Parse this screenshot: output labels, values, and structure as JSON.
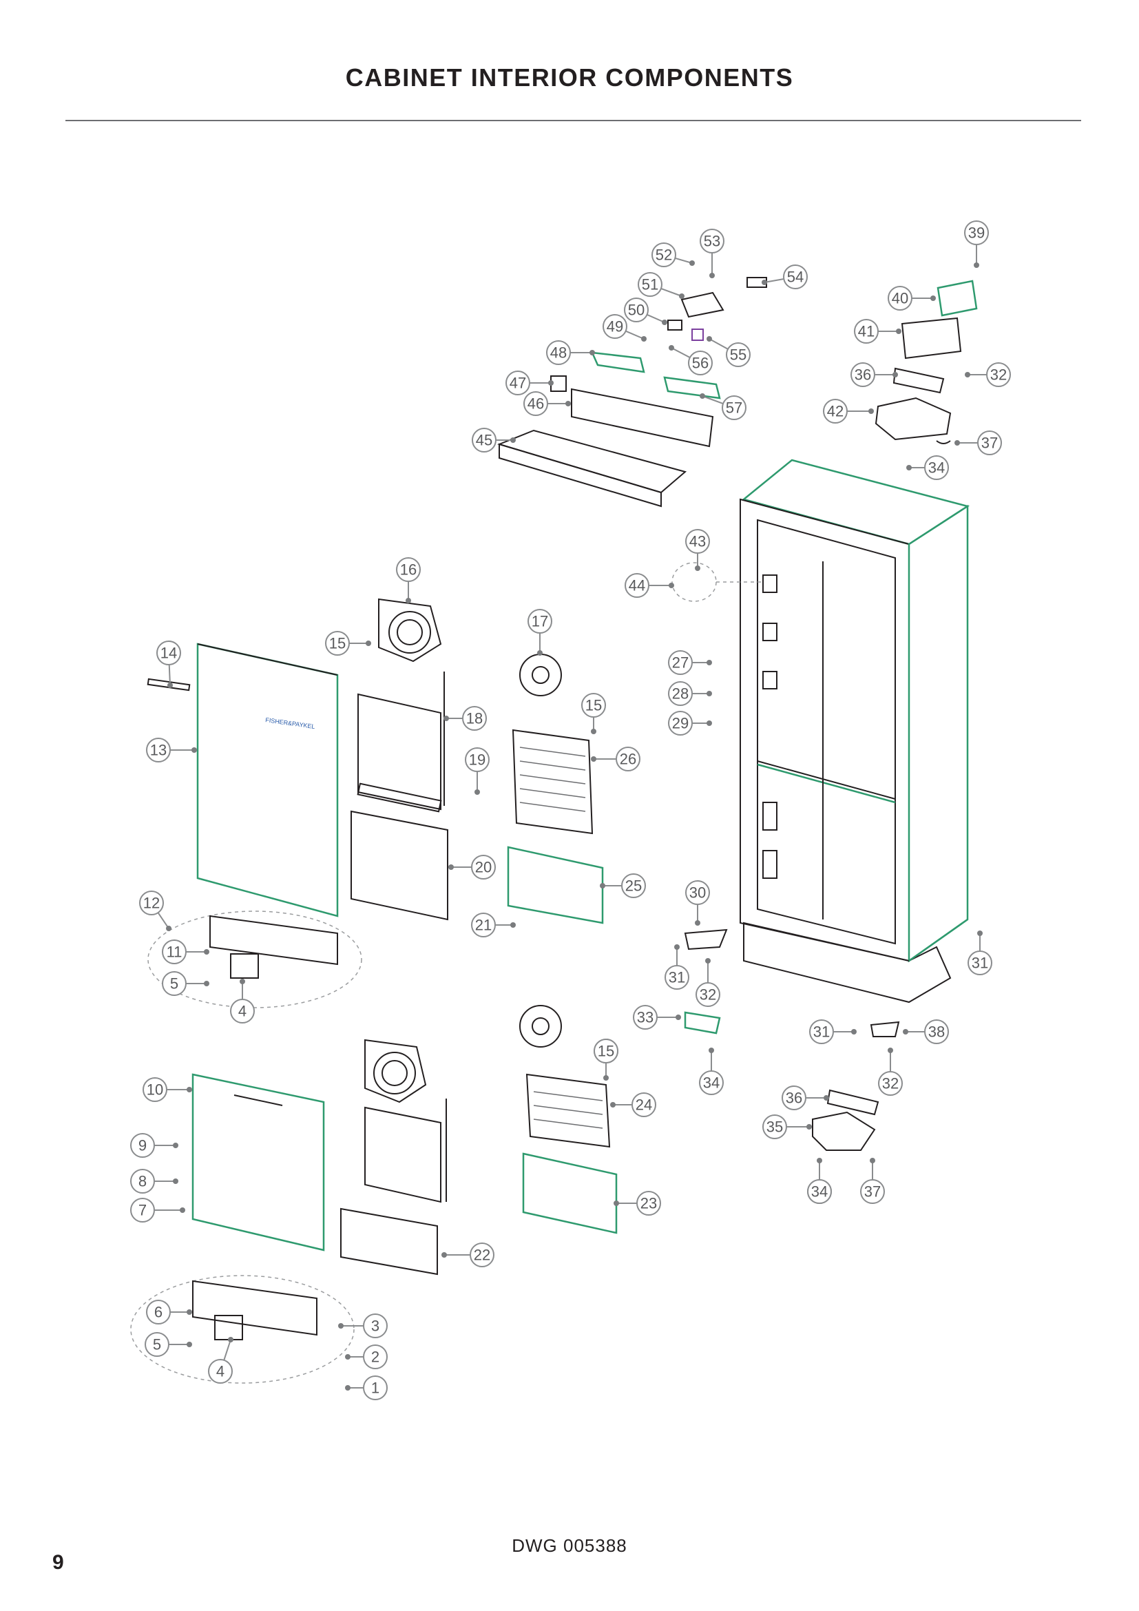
{
  "page": {
    "title": "CABINET INTERIOR COMPONENTS",
    "drawing_number": "DWG 005388",
    "page_number": "9"
  },
  "colors": {
    "text": "#231f20",
    "callout_ring": "#8a8c8e",
    "part_outline": "#231f20",
    "part_highlight": "#2e9a6e",
    "rule": "#6d6e71"
  },
  "callouts": [
    "1",
    "2",
    "3",
    "4",
    "4",
    "5",
    "5",
    "6",
    "7",
    "8",
    "9",
    "10",
    "11",
    "12",
    "13",
    "14",
    "15",
    "15",
    "15",
    "15",
    "16",
    "17",
    "18",
    "19",
    "20",
    "21",
    "22",
    "23",
    "24",
    "25",
    "26",
    "27",
    "28",
    "29",
    "30",
    "31",
    "31",
    "31",
    "32",
    "32",
    "32",
    "33",
    "34",
    "34",
    "34",
    "34",
    "35",
    "36",
    "36",
    "37",
    "37",
    "38",
    "39",
    "40",
    "41",
    "42",
    "43",
    "44",
    "45",
    "46",
    "47",
    "48",
    "49",
    "50",
    "51",
    "52",
    "53",
    "54",
    "55",
    "56",
    "57"
  ]
}
